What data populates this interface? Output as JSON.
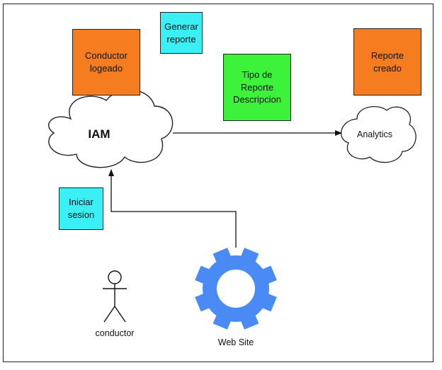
{
  "diagram": {
    "nodes": {
      "conductor_logeado": {
        "label": "Conductor\nlogeado",
        "color": "#f57c1f"
      },
      "generar_reporte": {
        "label": "Generar\nreporte",
        "color": "#3af0f5"
      },
      "tipo_reporte": {
        "label": "Tipo de\nReporte\nDescripcion",
        "color": "#3df23a"
      },
      "reporte_creado": {
        "label": "Reporte\ncreado",
        "color": "#f57c1f"
      },
      "iniciar_sesion": {
        "label": "Iniciar\nsesion",
        "color": "#3af0f5"
      },
      "iam": {
        "label": "IAM"
      },
      "analytics": {
        "label": "Analytics"
      },
      "conductor": {
        "label": "conductor",
        "icon": "stick-figure-actor-icon"
      },
      "web_site": {
        "label": "Web Site",
        "icon": "gear-icon",
        "color": "#4a8af4"
      }
    },
    "edges": [
      {
        "from": "IAM",
        "to": "Analytics"
      },
      {
        "from": "Web Site",
        "to": "IAM"
      }
    ]
  }
}
